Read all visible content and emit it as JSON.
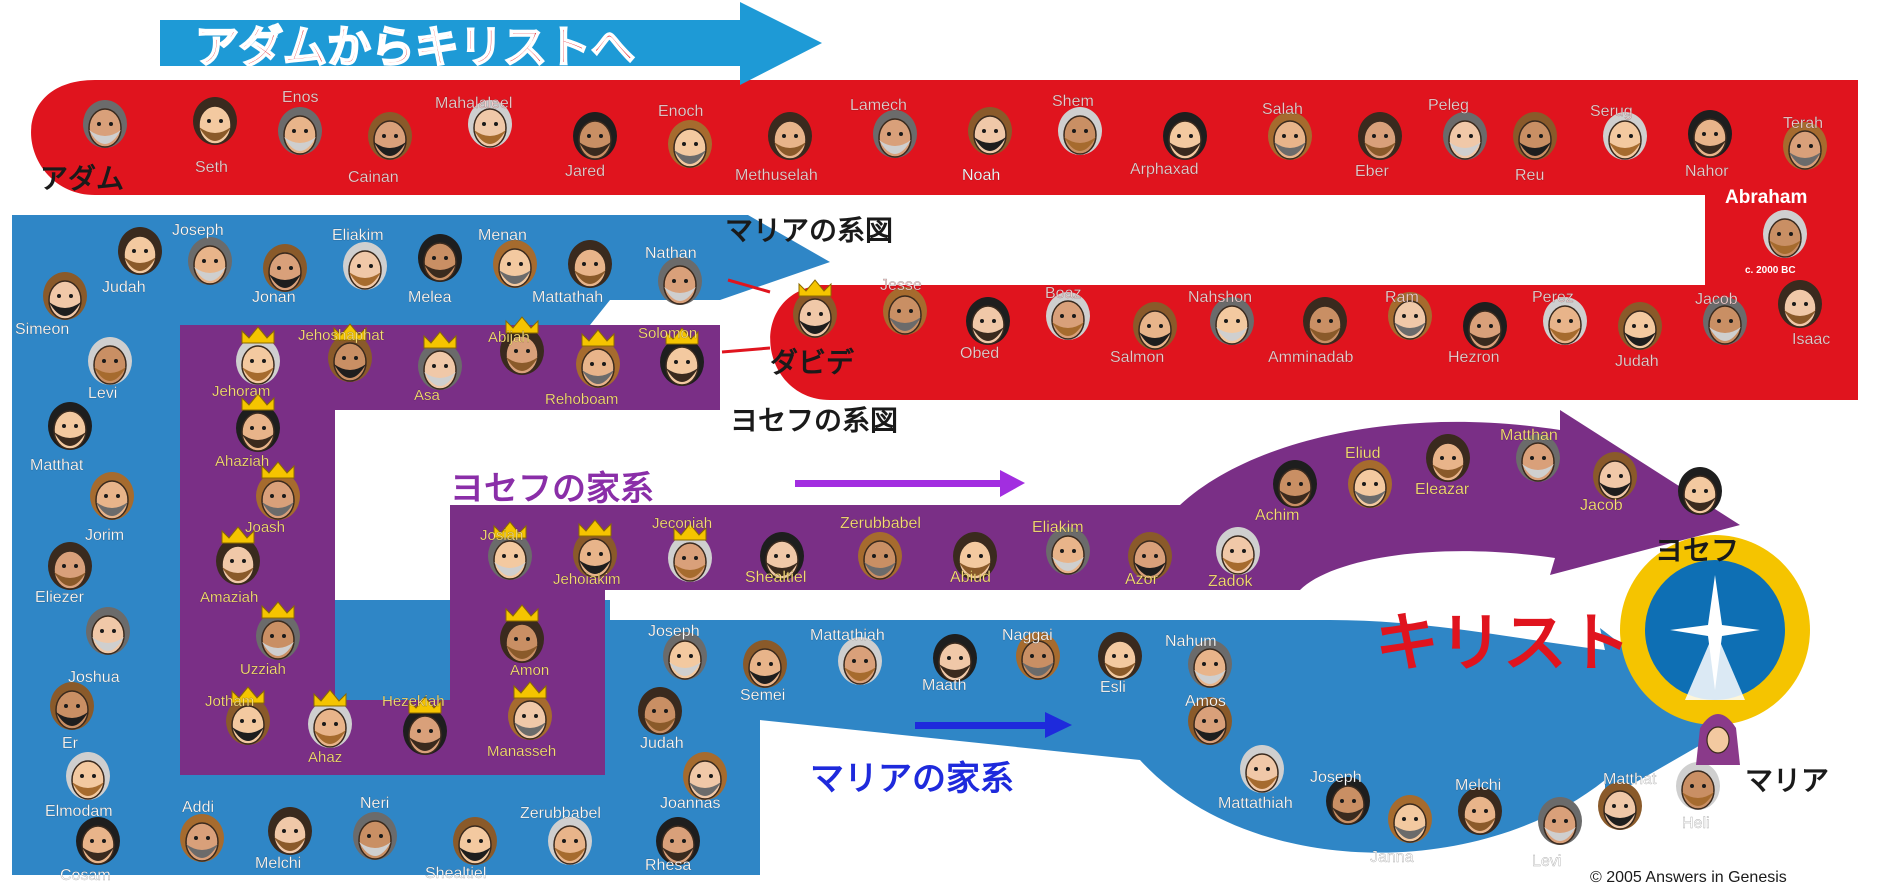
{
  "title": "アダムからキリストへ",
  "colors": {
    "red_band": "#e0141e",
    "purple_band": "#7a2f86",
    "blue_band": "#2f86c6",
    "title_arrow": "#1e9ad6",
    "title_text": "#e0141e",
    "halo": "#f5c400"
  },
  "labels": {
    "adam": "アダム",
    "david": "ダビデ",
    "mary_genealogy": "マリアの系図",
    "joseph_genealogy": "ヨセフの系図",
    "joseph_line": "ヨセフの家系",
    "mary_line": "マリアの家系",
    "christ": "キリスト",
    "joseph": "ヨセフ",
    "mary": "マリア",
    "abraham": "Abraham",
    "abraham_date": "c. 2000 BC",
    "copyright": "© 2005 Answers in Genesis"
  },
  "names": {
    "seth": "Seth",
    "enos": "Enos",
    "cainan": "Cainan",
    "mahalaleel": "Mahalaleel",
    "jared": "Jared",
    "enoch": "Enoch",
    "methuselah": "Methuselah",
    "lamech": "Lamech",
    "noah": "Noah",
    "shem": "Shem",
    "arphaxad": "Arphaxad",
    "salah": "Salah",
    "eber": "Eber",
    "peleg": "Peleg",
    "reu": "Reu",
    "serug": "Serug",
    "nahor": "Nahor",
    "terah": "Terah",
    "isaac": "Isaac",
    "jacob_top": "Jacob",
    "judah_top": "Judah",
    "perez": "Perez",
    "hezron": "Hezron",
    "ram": "Ram",
    "amminadab": "Amminadab",
    "nahshon": "Nahshon",
    "salmon": "Salmon",
    "boaz": "Boaz",
    "obed": "Obed",
    "jesse": "Jesse",
    "nathan": "Nathan",
    "mattathah": "Mattathah",
    "menan": "Menan",
    "melea": "Melea",
    "eliakim_b": "Eliakim",
    "jonan": "Jonan",
    "joseph_b": "Joseph",
    "judah_b": "Judah",
    "simeon": "Simeon",
    "levi_b": "Levi",
    "matthat_b": "Matthat",
    "jorim": "Jorim",
    "eliezer": "Eliezer",
    "joshua": "Joshua",
    "er": "Er",
    "elmodam": "Elmodam",
    "cosam": "Cosam",
    "addi": "Addi",
    "melchi_b": "Melchi",
    "neri": "Neri",
    "shealtiel_b": "Shealtiel",
    "zerubbabel_b": "Zerubbabel",
    "rhesa": "Rhesa",
    "joannas": "Joannas",
    "judah_c": "Judah",
    "joseph_c": "Joseph",
    "semei": "Semei",
    "mattathiah_c": "Mattathiah",
    "maath": "Maath",
    "naggai": "Naggai",
    "esli": "Esli",
    "nahum": "Nahum",
    "amos": "Amos",
    "mattathiah_d": "Mattathiah",
    "joseph_d": "Joseph",
    "janna": "Janna",
    "melchi_d": "Melchi",
    "levi_d": "Levi",
    "matthat_d": "Matthat",
    "heli": "Heli",
    "solomon": "Solomon",
    "rehoboam": "Rehoboam",
    "abijah": "Abijah",
    "asa": "Asa",
    "jehoshaphat": "Jehoshaphat",
    "jehoram": "Jehoram",
    "ahaziah": "Ahaziah",
    "joash": "Joash",
    "amaziah": "Amaziah",
    "uzziah": "Uzziah",
    "jotham": "Jotham",
    "ahaz": "Ahaz",
    "hezekiah": "Hezekiah",
    "manasseh": "Manasseh",
    "amon": "Amon",
    "josiah": "Josiah",
    "jehoiakim": "Jehoiakim",
    "jeconiah": "Jeconiah",
    "shealtiel_p": "Shealtiel",
    "zerubbabel_p": "Zerubbabel",
    "abiud": "Abiud",
    "eliakim_p": "Eliakim",
    "azor": "Azor",
    "zadok": "Zadok",
    "achim": "Achim",
    "eliud": "Eliud",
    "eleazar": "Eleazar",
    "matthan": "Matthan",
    "jacob_p": "Jacob"
  }
}
